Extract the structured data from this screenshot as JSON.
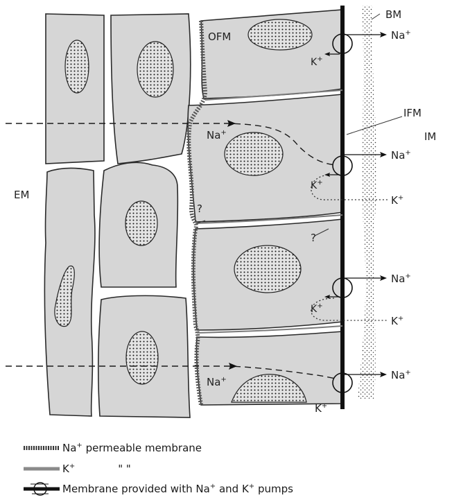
{
  "labels": {
    "bm": "BM",
    "ofm": "OFM",
    "ifm": "IFM",
    "im": "IM",
    "em": "EM",
    "q1": "?",
    "q2": "?",
    "na_in_1": "Na",
    "na_in_2": "Na",
    "na_out_1": "Na",
    "na_out_2": "Na",
    "na_out_3": "Na",
    "na_out_4": "Na",
    "k_1": "K",
    "k_2": "K",
    "k_3": "K",
    "k_out_1": "K",
    "k_out_2": "K",
    "k_bottom": "K",
    "plus": "+"
  },
  "legend": {
    "na_text": "Na",
    "na_rest": " permeable membrane",
    "k_text": "K",
    "k_ditto": "\"          \"",
    "pump_text_1": "Membrane provided with Na",
    "pump_text_2": " and K",
    "pump_text_3": " pumps",
    "plus": "+"
  },
  "colors": {
    "cell_fill": "#d6d6d6",
    "outline": "#2a2a2a",
    "basal_membrane": "#111111",
    "nucleus": "#e3e3e3"
  }
}
